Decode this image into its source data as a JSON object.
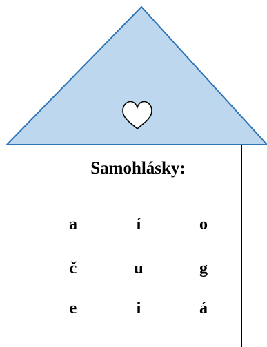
{
  "house": {
    "roof_color": "#bdd7ee",
    "roof_stroke": "#2e75b6",
    "roof_icon": "heart-outline-icon"
  },
  "board": {
    "heading": "Samohlásky:",
    "rows": [
      [
        "a",
        "í",
        "o"
      ],
      [
        "č",
        "u",
        "g"
      ],
      [
        "e",
        "i",
        "á"
      ]
    ]
  }
}
